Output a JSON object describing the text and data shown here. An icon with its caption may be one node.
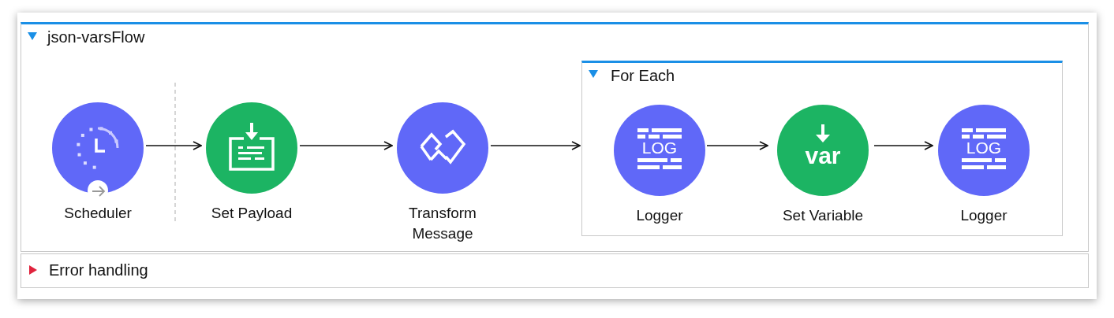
{
  "diagram": {
    "nodes": [
      {
        "text": [
          "json-varsFlow"
        ]
      },
      {
        "text": [
          "Scheduler"
        ],
        "in": 0
      },
      {
        "text": [
          "Set Payload"
        ],
        "in": 0
      },
      {
        "text": [
          "Transform Message"
        ],
        "in": 0
      },
      {
        "text": [
          "For Each"
        ],
        "in": 0
      },
      {
        "text": [
          "Logger"
        ],
        "in": 4
      },
      {
        "text": [
          "Set Variable"
        ],
        "in": 4
      },
      {
        "text": [
          "Logger"
        ],
        "in": 4
      },
      {
        "text": [
          "Error handling"
        ]
      }
    ],
    "edges": [
      {
        "from": 1,
        "to": 2,
        "arrow": "to"
      },
      {
        "from": 2,
        "to": 3,
        "arrow": "to"
      },
      {
        "from": 3,
        "to": 4,
        "arrow": "to"
      },
      {
        "from": 5,
        "to": 6,
        "arrow": "to"
      },
      {
        "from": 6,
        "to": 7,
        "arrow": "to"
      }
    ],
    "labels": [
      "LOG",
      "var",
      "LOG"
    ]
  }
}
